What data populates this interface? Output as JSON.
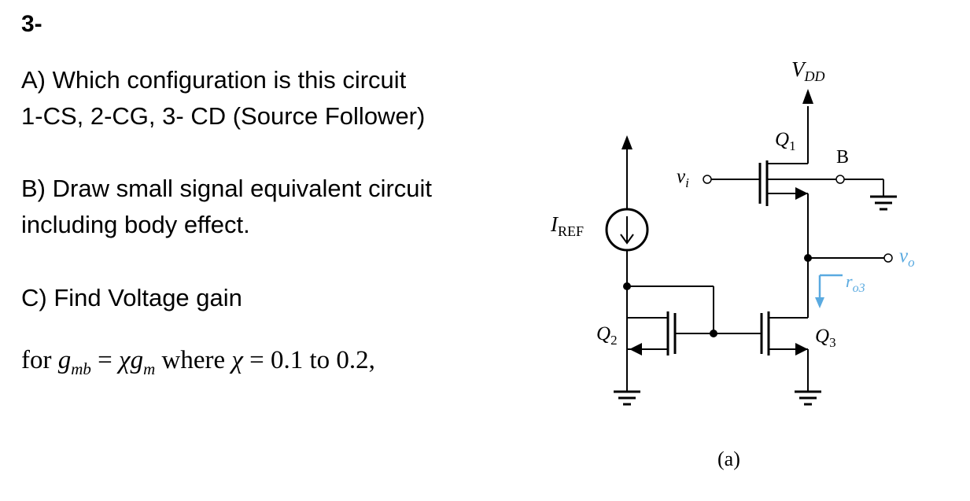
{
  "question_number": "3-",
  "part_a": {
    "line1": "A) Which configuration is this circuit",
    "line2": "1-CS, 2-CG, 3- CD (Source Follower)"
  },
  "part_b": {
    "line1": " B) Draw small signal equivalent circuit",
    "line2": "including body effect."
  },
  "part_c": {
    "line1": "C) Find Voltage gain"
  },
  "formula": {
    "prefix": "for ",
    "g": "g",
    "g_sub_mb": "mb",
    "equals": " = ",
    "chi": "χ",
    "gm_sub": "m",
    "where": " where ",
    "chi2": "χ",
    "range": " = 0.1 to 0.2,"
  },
  "circuit": {
    "vdd_label": "V",
    "vdd_sub": "DD",
    "q1_label": "Q",
    "q1_sub": "1",
    "b_label": "B",
    "vi_label": "v",
    "vi_sub": "i",
    "iref_label": "I",
    "iref_sub": "REF",
    "vo_label": "v",
    "vo_sub": "o",
    "ro3_label": "r",
    "ro3_sub": "o3",
    "q2_label": "Q",
    "q2_sub": "2",
    "q3_label": "Q",
    "q3_sub": "3",
    "caption": "(a)",
    "ro3_color": "#5aaae0"
  }
}
